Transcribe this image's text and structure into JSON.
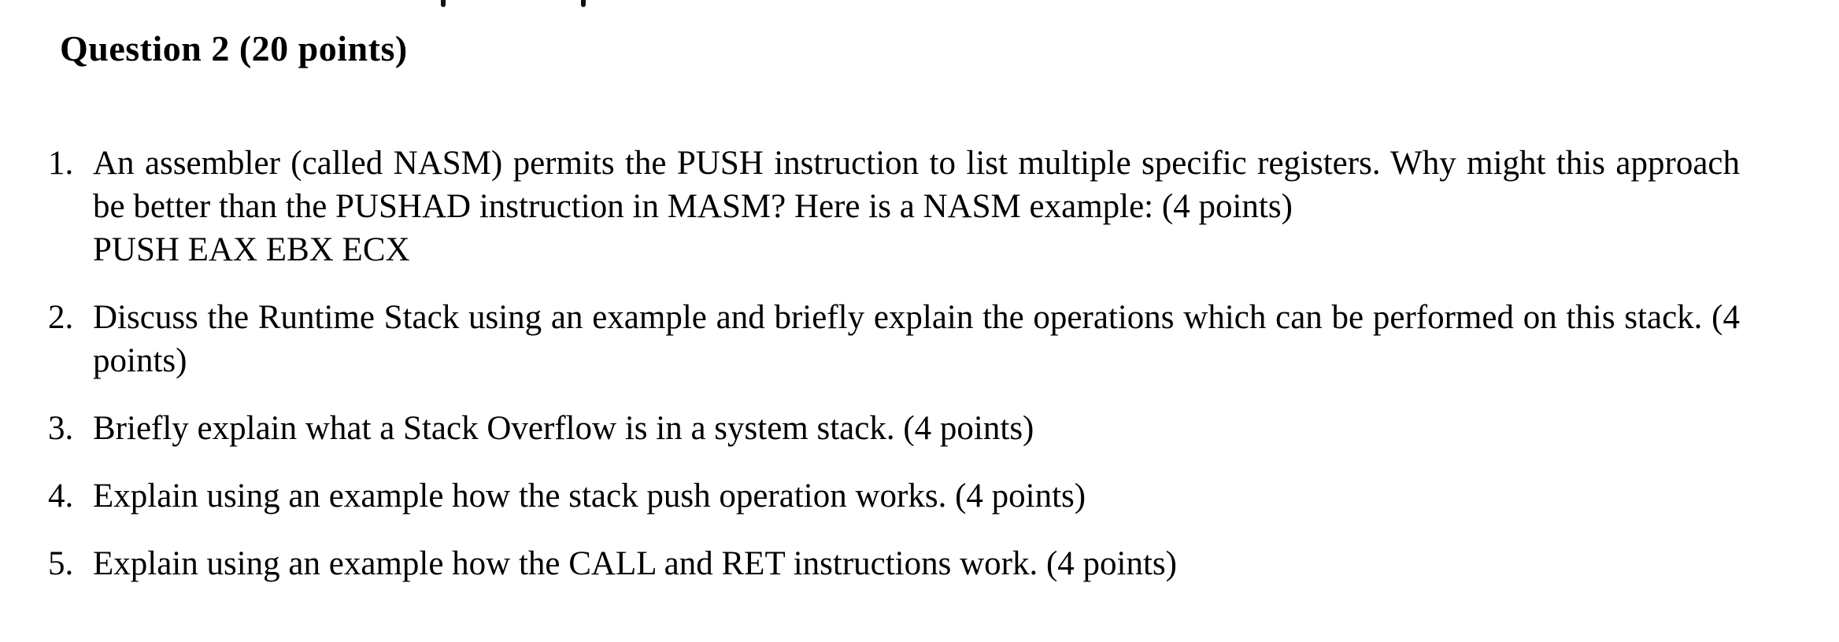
{
  "page": {
    "background": "#ffffff",
    "text_color": "#000000"
  },
  "artifacts": {
    "top_edge_fragments": [
      "clipped-glyph",
      "clipped-glyph"
    ]
  },
  "heading": "Question 2 (20 points)",
  "questions": [
    {
      "number": "1.",
      "text": "An assembler (called NASM) permits the PUSH instruction to list multiple specific registers. Why might this approach be better than the PUSHAD instruction in MASM? Here is a NASM example: (4 points)",
      "code": "PUSH EAX EBX ECX"
    },
    {
      "number": "2.",
      "text": "Discuss the Runtime Stack using an example and briefly explain the operations which can be performed on this stack. (4 points)"
    },
    {
      "number": "3.",
      "text": "Briefly explain what a Stack Overflow is in a system stack. (4 points)"
    },
    {
      "number": "4.",
      "text": "Explain using an example how the stack push operation works. (4 points)"
    },
    {
      "number": "5.",
      "text": "Explain using an example how the CALL and RET instructions work. (4 points)"
    }
  ]
}
